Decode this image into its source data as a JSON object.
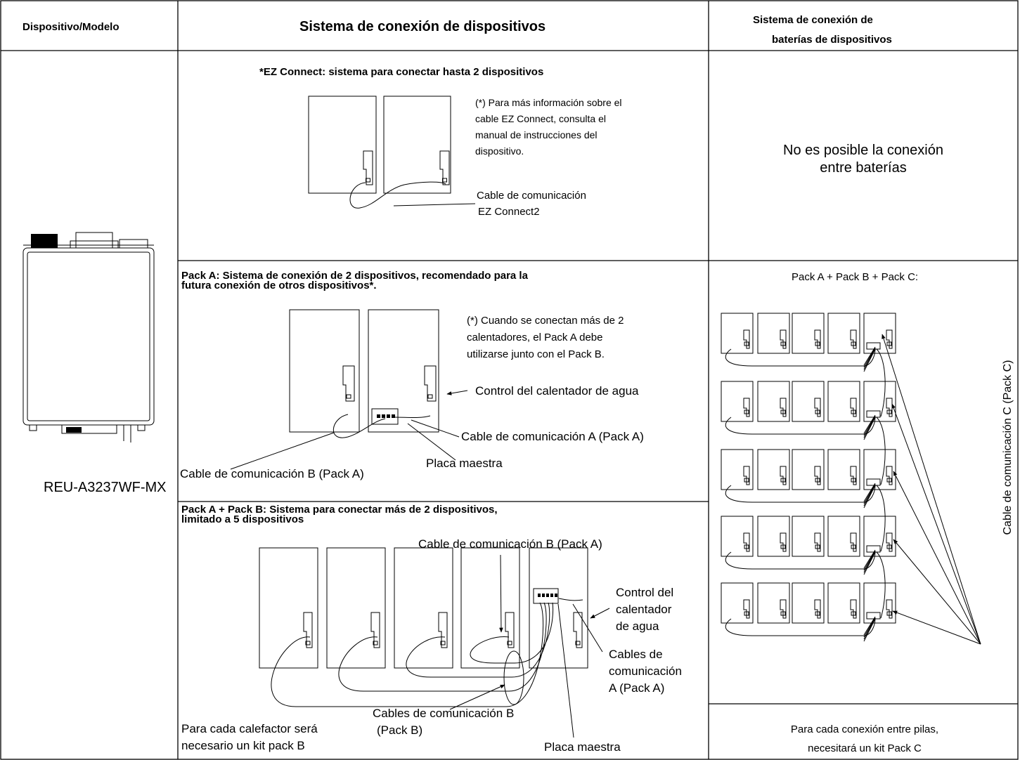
{
  "headers": {
    "col1": "Dispositivo/Modelo",
    "col2": "Sistema de conexión de dispositivos",
    "col3_line1": "Sistema de conexión de",
    "col3_line2": "baterías de dispositivos"
  },
  "device": {
    "model": "REU-A3237WF-MX"
  },
  "ez_section": {
    "title": "*EZ Connect: sistema para conectar hasta 2 dispositivos",
    "note": [
      "(*) Para más información sobre el",
      "cable EZ Connect, consulta el",
      "manual de instrucciones del",
      "dispositivo."
    ],
    "cable_label": [
      "Cable de comunicación",
      "EZ Connect2"
    ],
    "battery_text": [
      "No es posible la conexión",
      "entre baterías"
    ]
  },
  "pack_a_section": {
    "title": [
      "Pack A: Sistema de conexión de 2 dispositivos, recomendado para la",
      "futura conexión de otros dispositivos*."
    ],
    "note": [
      "(*) Cuando se conectan más de 2",
      "calentadores, el Pack A debe",
      "utilizarse junto con el Pack B."
    ],
    "control_label": "Control del calentador de agua",
    "cable_a_label": "Cable de comunicación A (Pack A)",
    "cable_b_label": "Cable de comunicación B (Pack A)",
    "master_label": "Placa maestra"
  },
  "pack_ab_section": {
    "title": [
      "Pack A + Pack B: Sistema para conectar más de 2 dispositivos,",
      "limitado a 5 dispositivos"
    ],
    "cable_b_label": "Cable de comunicación B (Pack A)",
    "control_label": [
      "Control del",
      "calentador",
      "de agua"
    ],
    "cables_a_label": [
      "Cables de",
      "comunicación",
      "A (Pack A)"
    ],
    "cables_b_label": [
      "Cables de comunicación B",
      "(Pack B)"
    ],
    "kit_note": [
      "Para cada calefactor será",
      "necesario un kit pack B"
    ],
    "master_label": "Placa maestra"
  },
  "battery_section": {
    "title": "Pack A + Pack B + Pack C:",
    "vertical_label": "Cable de comunicación C (Pack C)",
    "footer": [
      "Para cada conexión entre pilas,",
      "necesitará un kit Pack C"
    ]
  }
}
